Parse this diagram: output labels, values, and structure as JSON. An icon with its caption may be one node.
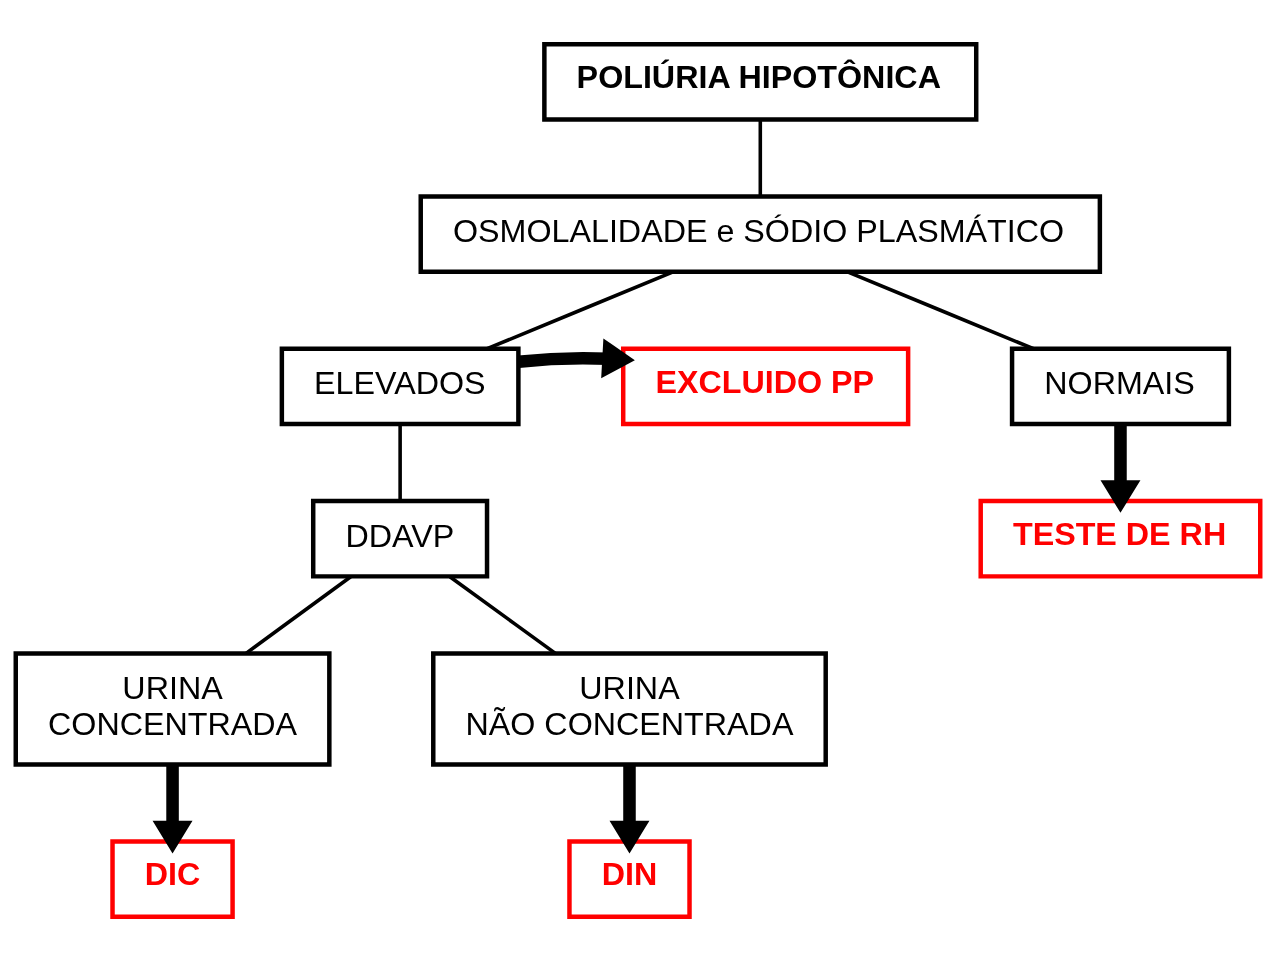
{
  "diagram": {
    "nodes": [
      {
        "text": [
          "POLIÚRIA HIPOTÔNICA"
        ]
      },
      {
        "text": [
          "OSMOLALIDADE e SÓDIO PLASMÁTICO"
        ]
      },
      {
        "text": [
          "ELEVADOS"
        ]
      },
      {
        "text": [
          "NORMAIS"
        ]
      },
      {
        "text": [
          "EXCLUIDO PP"
        ]
      },
      {
        "text": [
          "TESTE DE RH"
        ]
      },
      {
        "text": [
          "DDAVP"
        ]
      },
      {
        "text": [
          "URINA CONCENTRADA"
        ]
      },
      {
        "text": [
          "URINA NÃO CONCENTRADA"
        ]
      },
      {
        "text": [
          "DIC"
        ]
      },
      {
        "text": [
          "DIN"
        ]
      }
    ],
    "edges": [
      {
        "from": 0,
        "to": 1,
        "arrow": "none"
      },
      {
        "from": 1,
        "to": 2,
        "arrow": "none"
      },
      {
        "from": 1,
        "to": 3,
        "arrow": "none"
      },
      {
        "from": 2,
        "to": 4,
        "arrow": "to",
        "style": "thick"
      },
      {
        "from": 3,
        "to": 5,
        "arrow": "to",
        "style": "thick"
      },
      {
        "from": 2,
        "to": 6,
        "arrow": "none"
      },
      {
        "from": 6,
        "to": 7,
        "arrow": "none"
      },
      {
        "from": 6,
        "to": 8,
        "arrow": "none"
      },
      {
        "from": 7,
        "to": 9,
        "arrow": "to",
        "style": "thick"
      },
      {
        "from": 8,
        "to": 10,
        "arrow": "to",
        "style": "thick"
      }
    ]
  }
}
